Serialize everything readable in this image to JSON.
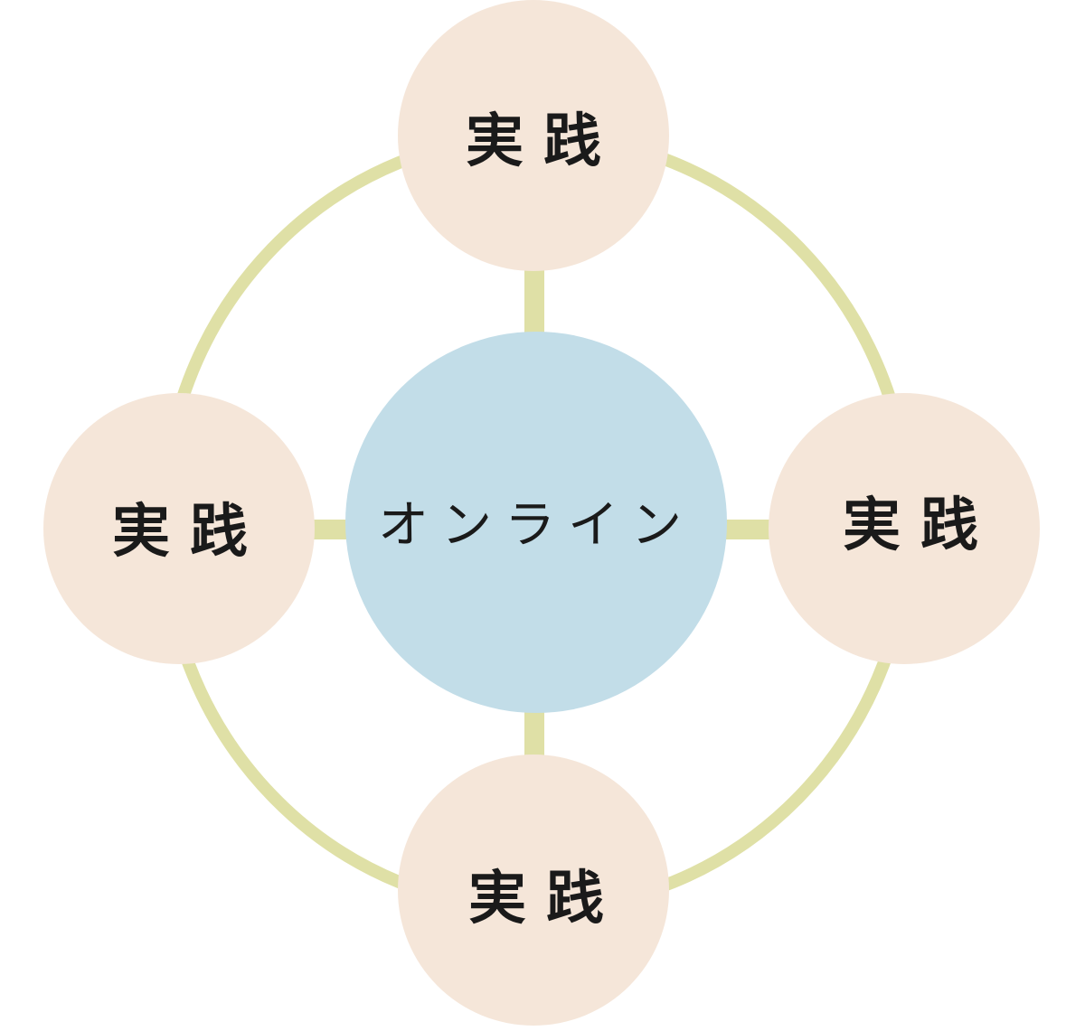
{
  "diagram": {
    "center": {
      "label": "オンライン",
      "color": "#c2dde8"
    },
    "nodes": [
      {
        "position": "top",
        "label": "実践"
      },
      {
        "position": "left",
        "label": "実践"
      },
      {
        "position": "right",
        "label": "実践"
      },
      {
        "position": "bottom",
        "label": "実践"
      }
    ],
    "colors": {
      "node_fill": "#f5e6d9",
      "ring": "#dfe0a6",
      "connector": "#dfe0a6",
      "text": "#1a1a1a"
    }
  }
}
